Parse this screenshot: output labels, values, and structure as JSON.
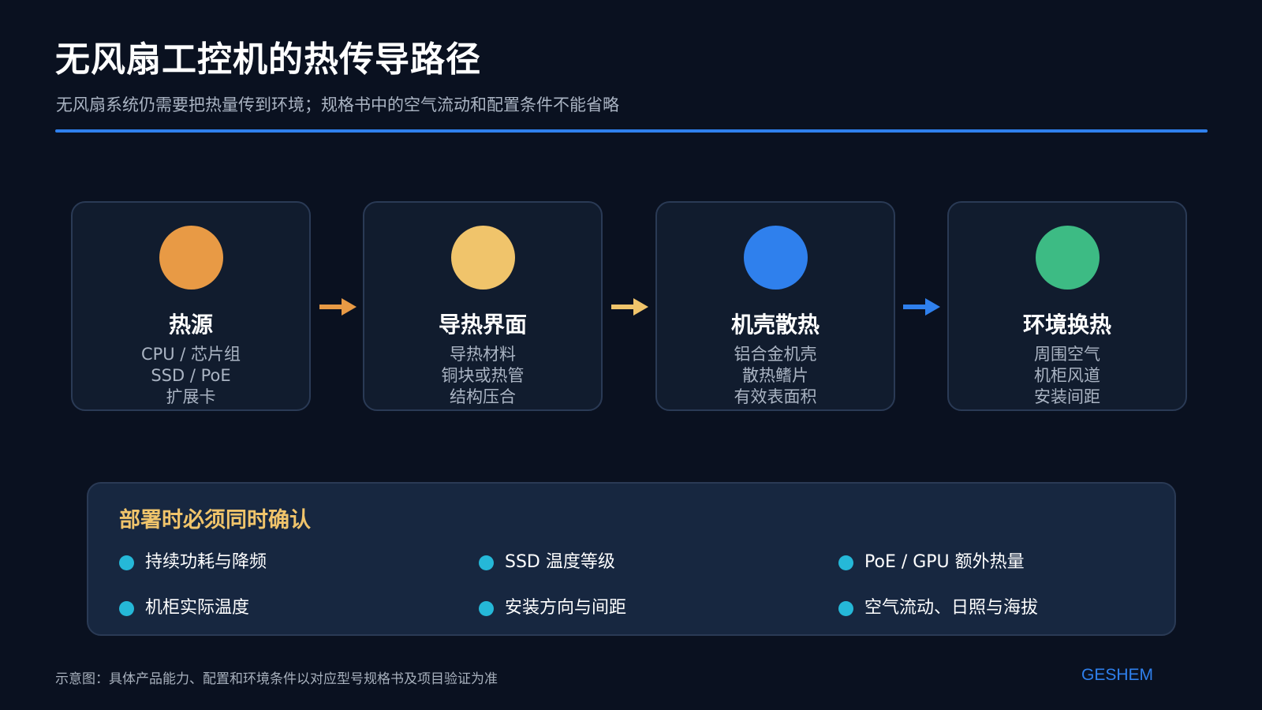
{
  "header": {
    "title": "无风扇工控机的热传导路径",
    "subtitle": "无风扇系统仍需要把热量传到环境；规格书中的空气流动和配置条件不能省略"
  },
  "flow": {
    "cards": [
      {
        "title": "热源",
        "lines": [
          "CPU / 芯片组",
          "SSD / PoE",
          "扩展卡"
        ],
        "dot_color": "#e89a45"
      },
      {
        "title": "导热界面",
        "lines": [
          "导热材料",
          "铜块或热管",
          "结构压合"
        ],
        "dot_color": "#f0c46b"
      },
      {
        "title": "机壳散热",
        "lines": [
          "铝合金机壳",
          "散热鳍片",
          "有效表面积"
        ],
        "dot_color": "#2f80ed"
      },
      {
        "title": "环境换热",
        "lines": [
          "周围空气",
          "机柜风道",
          "安装间距"
        ],
        "dot_color": "#3dbb84"
      }
    ],
    "arrow_colors": [
      "#e89a45",
      "#f0c46b",
      "#2f80ed"
    ]
  },
  "confirm": {
    "title": "部署时必须同时确认",
    "items": [
      "持续功耗与降频",
      "SSD 温度等级",
      "PoE / GPU 额外热量",
      "机柜实际温度",
      "安装方向与间距",
      "空气流动、日照与海拔"
    ],
    "bullet_color": "#25b8d8"
  },
  "footer": {
    "note": "示意图：具体产品能力、配置和环境条件以对应型号规格书及项目验证为准",
    "brand": "GESHEM"
  }
}
